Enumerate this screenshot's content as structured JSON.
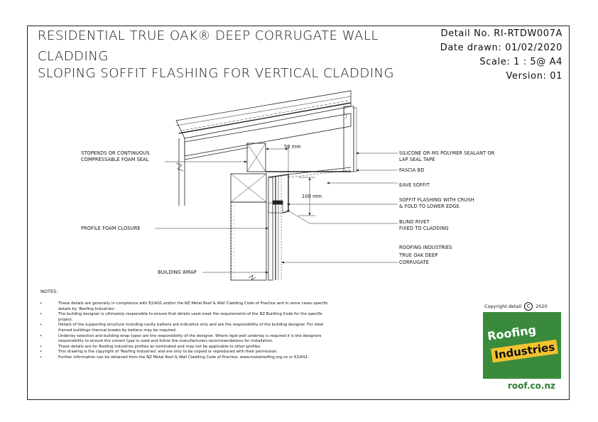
{
  "title": {
    "line1": "RESIDENTIAL TRUE OAK® DEEP CORRUGATE WALL",
    "line2": "CLADDING",
    "line3": "SLOPING SOFFIT FLASHING FOR VERTICAL CLADDING"
  },
  "meta": {
    "detail": "Detail No. RI-RTDW007A",
    "date": "Date drawn:  01/02/2020",
    "scale": "Scale:    1 : 5@ A4",
    "version": "Version:   01"
  },
  "labels": {
    "stop_ends": "STOPENDS OR CONTINUOUS",
    "stop_ends2": "COMPRESSABLE FOAM SEAL",
    "profile_foam": "PROFILE FOAM CLOSURE",
    "building_wrap": "BUILDING WRAP",
    "silicone": "SILICONE OR MS POLYMER SEALANT OR",
    "silicone2": "LAP SEAL TAPE",
    "fascia": "FASCIA BD",
    "eave": "EAVE SOFFIT",
    "soffit_flash": "SOFFIT FLASHING WITH CRUSH",
    "soffit_flash2": "& FOLD TO LOWER EDGE",
    "rivet": "BLIND RIVET",
    "rivet2": "FIXED TO CLADDING",
    "roofing": "ROOFING INDUSTRIES",
    "roofing2": "TRUE OAK DEEP",
    "roofing3": "CORRUGATE",
    "dim50": "50 mm",
    "dim100": "100 mm"
  },
  "notes": {
    "title": "NOTES:",
    "items": [
      "These details are generally in compliance with E2/AS1 and/or the NZ Metal Roof & Wall Cladding Code of Practice and in some cases specific details by 'Roofing Industries'.",
      "The building designer is ultimately responsible to ensure that details used meet the requirements of the NZ Building Code for the specific project.",
      "Details of the supporting structure including cavity battens are indicative only and are the responsibility of the building designer. For steel framed buildings thermal breaks by battens may be required.",
      "Underlay selection and building wrap types are the responsibility of the designer. Where rigid wall underlay is required it is the designers responsibility to ensure the correct type is used and follow the manufacturers recommendations for installation.",
      "These details are for Roofing Industries profiles as nominated and may not be applicable to other profiles.",
      "This drawing is the copyright of 'Roofing Industries' and are only to be copied or reproduced with their permission.",
      "Further information can be obtained from the NZ Metal Roof & Wall Cladding Code of Practice: www.metalroofing.org.nz or E2/AS1."
    ]
  },
  "copyright": {
    "left": "Copyright detail",
    "mark": "C",
    "year": "2020"
  },
  "logo": {
    "word1": "Roofing",
    "word2": "Industries",
    "url": "roof.co.nz",
    "green": "#3a8a3c",
    "yellow": "#f2c230"
  }
}
